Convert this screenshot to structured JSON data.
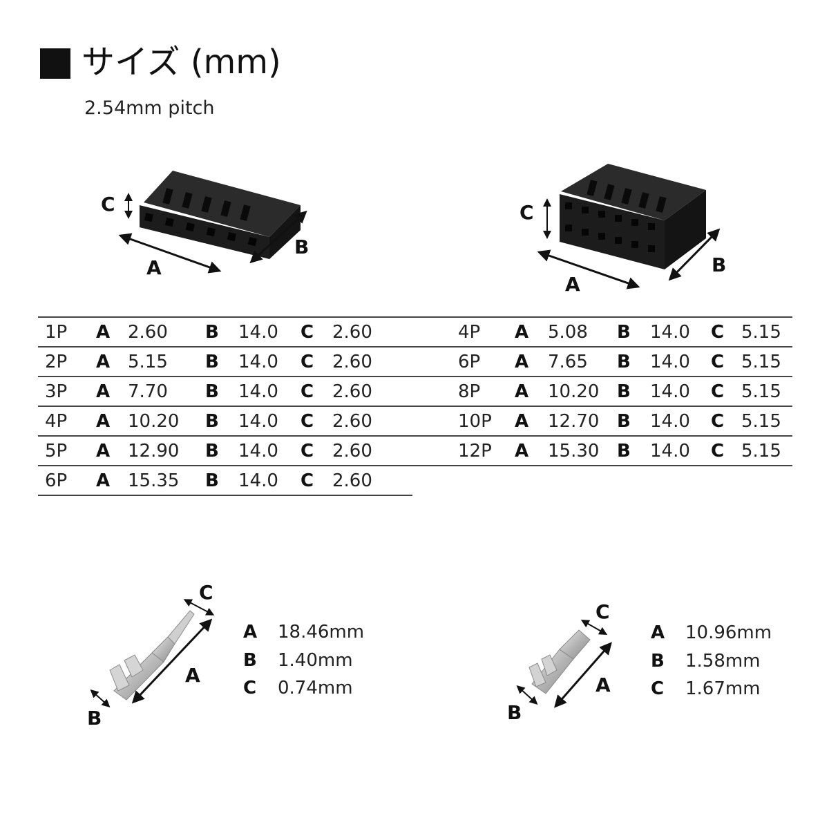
{
  "heading": {
    "title": "サイズ (mm)",
    "subtitle": "2.54mm pitch"
  },
  "housing_single": {
    "labels": {
      "a": "A",
      "b": "B",
      "c": "C"
    }
  },
  "housing_double": {
    "labels": {
      "a": "A",
      "b": "B",
      "c": "C"
    }
  },
  "table_single": {
    "rows": [
      {
        "pins": "1P",
        "a_key": "A",
        "a": "2.60",
        "b_key": "B",
        "b": "14.0",
        "c_key": "C",
        "c": "2.60"
      },
      {
        "pins": "2P",
        "a_key": "A",
        "a": "5.15",
        "b_key": "B",
        "b": "14.0",
        "c_key": "C",
        "c": "2.60"
      },
      {
        "pins": "3P",
        "a_key": "A",
        "a": "7.70",
        "b_key": "B",
        "b": "14.0",
        "c_key": "C",
        "c": "2.60"
      },
      {
        "pins": "4P",
        "a_key": "A",
        "a": "10.20",
        "b_key": "B",
        "b": "14.0",
        "c_key": "C",
        "c": "2.60"
      },
      {
        "pins": "5P",
        "a_key": "A",
        "a": "12.90",
        "b_key": "B",
        "b": "14.0",
        "c_key": "C",
        "c": "2.60"
      },
      {
        "pins": "6P",
        "a_key": "A",
        "a": "15.35",
        "b_key": "B",
        "b": "14.0",
        "c_key": "C",
        "c": "2.60"
      }
    ]
  },
  "table_double": {
    "rows": [
      {
        "pins": "4P",
        "a_key": "A",
        "a": "5.08",
        "b_key": "B",
        "b": "14.0",
        "c_key": "C",
        "c": "5.15"
      },
      {
        "pins": "6P",
        "a_key": "A",
        "a": "7.65",
        "b_key": "B",
        "b": "14.0",
        "c_key": "C",
        "c": "5.15"
      },
      {
        "pins": "8P",
        "a_key": "A",
        "a": "10.20",
        "b_key": "B",
        "b": "14.0",
        "c_key": "C",
        "c": "5.15"
      },
      {
        "pins": "10P",
        "a_key": "A",
        "a": "12.70",
        "b_key": "B",
        "b": "14.0",
        "c_key": "C",
        "c": "5.15"
      },
      {
        "pins": "12P",
        "a_key": "A",
        "a": "15.30",
        "b_key": "B",
        "b": "14.0",
        "c_key": "C",
        "c": "5.15"
      }
    ]
  },
  "terminal_male": {
    "labels": {
      "a": "A",
      "b": "B",
      "c": "C"
    },
    "specs": [
      {
        "key": "A",
        "value": "18.46mm"
      },
      {
        "key": "B",
        "value": "1.40mm"
      },
      {
        "key": "C",
        "value": "0.74mm"
      }
    ]
  },
  "terminal_female": {
    "labels": {
      "a": "A",
      "b": "B",
      "c": "C"
    },
    "specs": [
      {
        "key": "A",
        "value": "10.96mm"
      },
      {
        "key": "B",
        "value": "1.58mm"
      },
      {
        "key": "C",
        "value": "1.67mm"
      }
    ]
  },
  "colors": {
    "housing": "#1c1c1c",
    "metal": "#c9c9c9",
    "rule": "#444444"
  }
}
